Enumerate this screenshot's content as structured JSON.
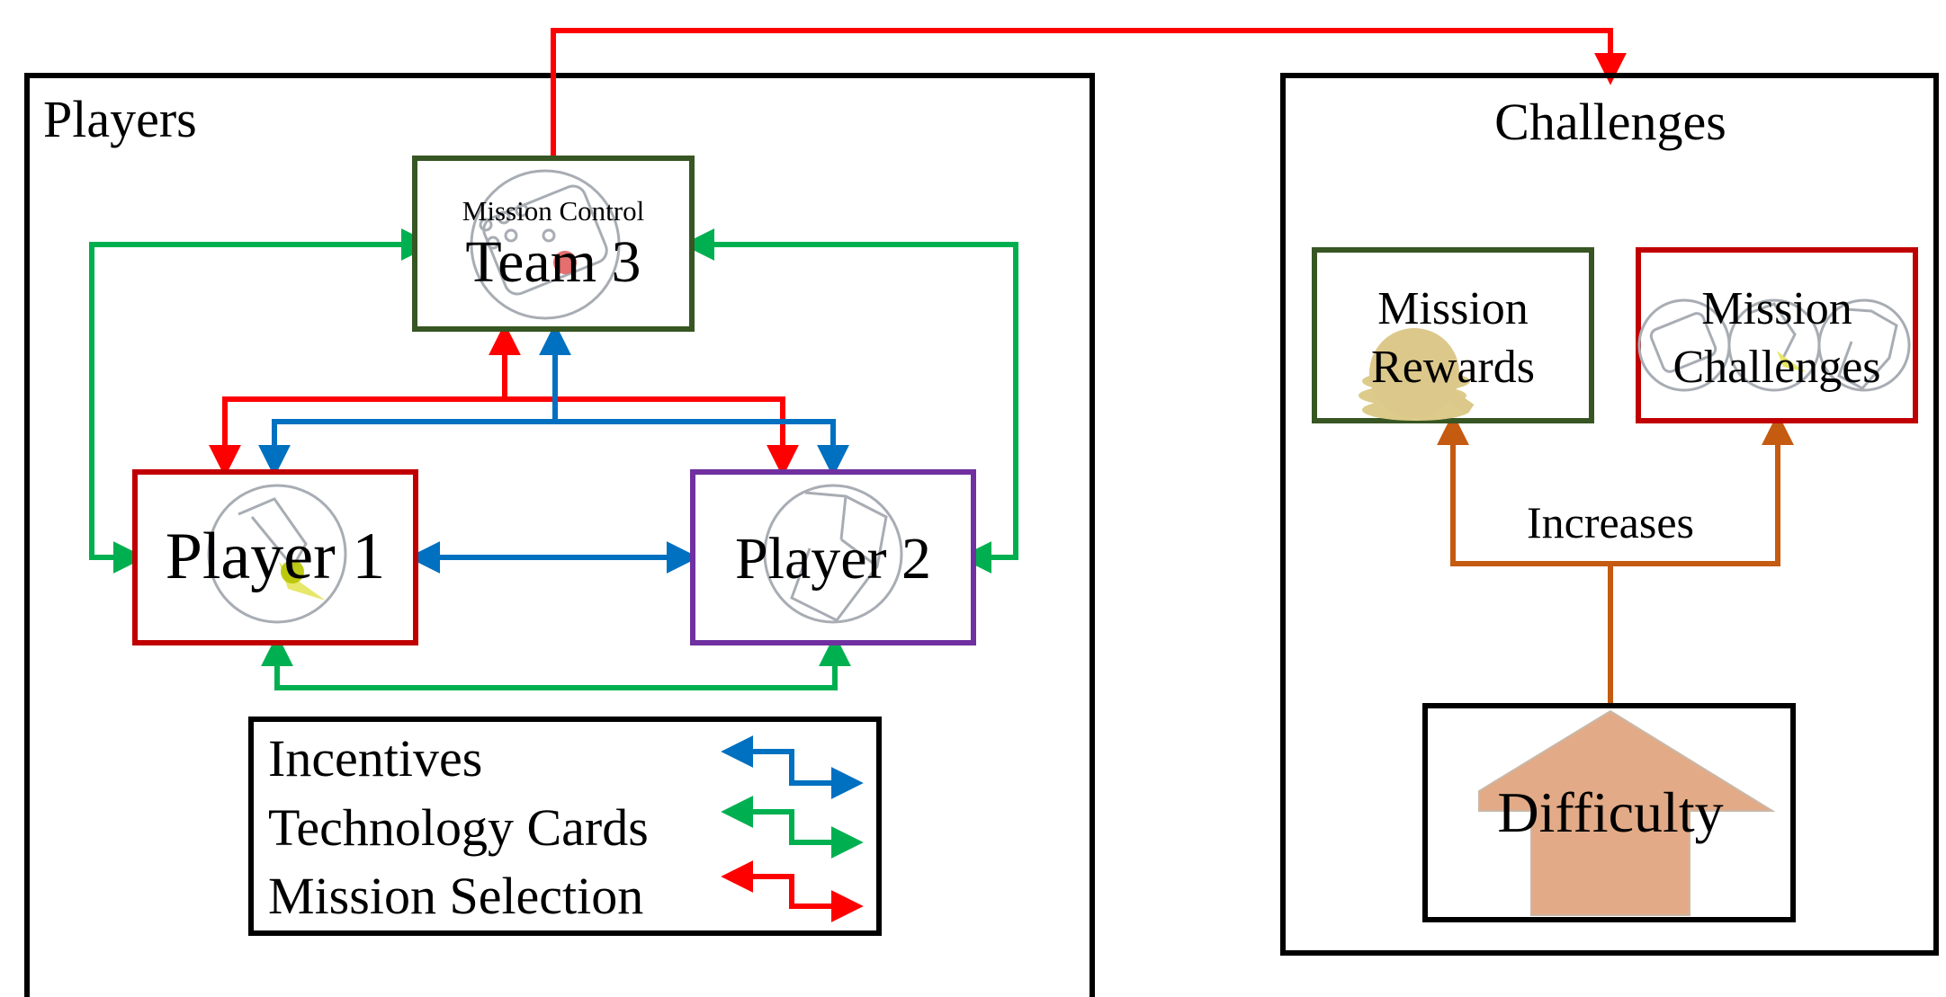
{
  "players_section": {
    "title": "Players",
    "team3": {
      "subtitle": "Mission Control",
      "title": "Team 3",
      "border_color": "#375623"
    },
    "player1": {
      "title": "Player 1",
      "border_color": "#c00000"
    },
    "player2": {
      "title": "Player 2",
      "border_color": "#7030a0"
    }
  },
  "legend": {
    "items": [
      {
        "label": "Incentives",
        "color": "#0070c0"
      },
      {
        "label": "Technology Cards",
        "color": "#00b050"
      },
      {
        "label": "Mission Selection",
        "color": "#ff0000"
      }
    ]
  },
  "challenges_section": {
    "title": "Challenges",
    "rewards": {
      "line1": "Mission",
      "line2": "Rewards",
      "border_color": "#375623"
    },
    "challenges": {
      "line1": "Mission",
      "line2": "Challenges",
      "border_color": "#c00000"
    },
    "increases_label": "Increases",
    "difficulty_label": "Difficulty"
  },
  "colors": {
    "incentives": "#0070c0",
    "technology_cards": "#00b050",
    "mission_selection": "#ff0000",
    "increases": "#c55a11",
    "difficulty_arrow": "#e2aa87",
    "icon_gray": "#a8adb4"
  }
}
